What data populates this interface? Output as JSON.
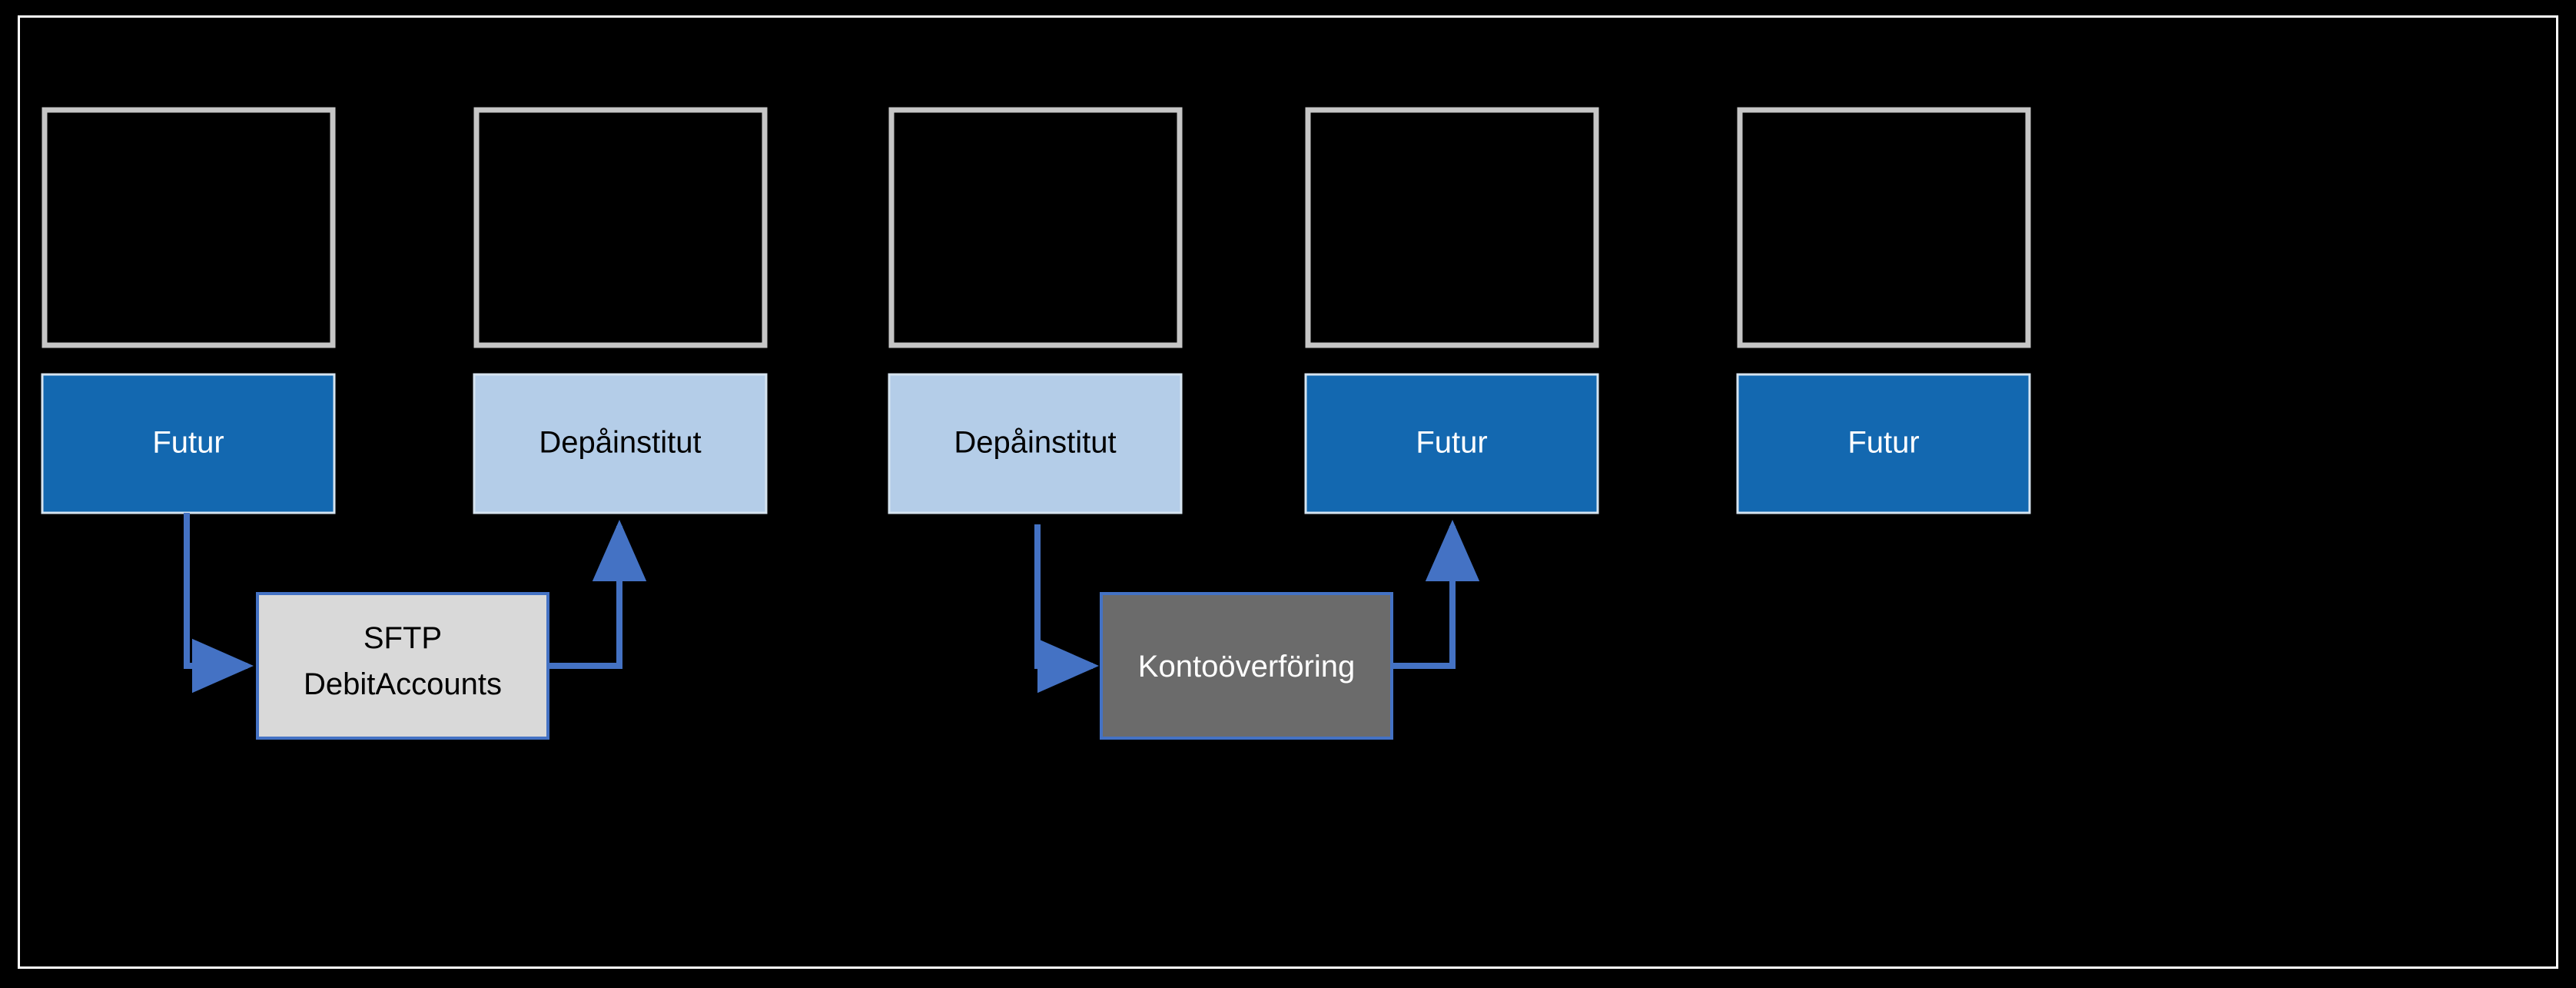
{
  "diagram": {
    "title": "",
    "background_color": "#000000",
    "frame_border_color": "#ffffff",
    "colors": {
      "futur_fill": "#1368b0",
      "depainstitut_fill": "#b4cde8",
      "empty_box_border": "#c6c6c6",
      "empty_box_fill": "#000000",
      "sftp_fill": "#d9d9d9",
      "konto_fill": "#6b6b6b",
      "process_border": "#4472c4",
      "connector_line": "#4472c4",
      "node_border": "#d6e4f0"
    },
    "columns": [
      {
        "index": 0,
        "placeholder_box": {
          "name": "empty-box-1",
          "label": ""
        },
        "actor_box": {
          "name": "actor-futur-1",
          "label": "Futur",
          "style": "futur"
        }
      },
      {
        "index": 1,
        "placeholder_box": {
          "name": "empty-box-2",
          "label": ""
        },
        "actor_box": {
          "name": "actor-depainstitut-1",
          "label": "Depåinstitut",
          "style": "depainstitut"
        }
      },
      {
        "index": 2,
        "placeholder_box": {
          "name": "empty-box-3",
          "label": ""
        },
        "actor_box": {
          "name": "actor-depainstitut-2",
          "label": "Depåinstitut",
          "style": "depainstitut"
        }
      },
      {
        "index": 3,
        "placeholder_box": {
          "name": "empty-box-4",
          "label": ""
        },
        "actor_box": {
          "name": "actor-futur-2",
          "label": "Futur",
          "style": "futur"
        }
      },
      {
        "index": 4,
        "placeholder_box": {
          "name": "empty-box-5",
          "label": ""
        },
        "actor_box": {
          "name": "actor-futur-3",
          "label": "Futur",
          "style": "futur"
        }
      }
    ],
    "processes": [
      {
        "name": "process-sftp-debitaccounts",
        "lines": [
          "SFTP",
          "DebitAccounts"
        ],
        "style": "light",
        "from": "actor-futur-1",
        "to": "actor-depainstitut-1"
      },
      {
        "name": "process-kontooverforing",
        "lines": [
          "Kontoöverföring"
        ],
        "style": "dark",
        "from": "actor-depainstitut-2",
        "to": "actor-futur-2"
      }
    ],
    "connectors": [
      {
        "name": "connector-futur1-to-sftp",
        "direction": "down-right",
        "arrow": "right"
      },
      {
        "name": "connector-sftp-to-depainstitut1",
        "direction": "right-up",
        "arrow": "up"
      },
      {
        "name": "connector-depainstitut2-to-konto",
        "direction": "down-right",
        "arrow": "right"
      },
      {
        "name": "connector-konto-to-futur2",
        "direction": "right-up",
        "arrow": "up"
      }
    ]
  },
  "chart_data": {
    "type": "diagram",
    "title": "",
    "nodes": [
      {
        "id": "empty-1",
        "label": "",
        "row": "top",
        "col": 1,
        "fill": "#000000",
        "border": "#c6c6c6"
      },
      {
        "id": "empty-2",
        "label": "",
        "row": "top",
        "col": 2,
        "fill": "#000000",
        "border": "#c6c6c6"
      },
      {
        "id": "empty-3",
        "label": "",
        "row": "top",
        "col": 3,
        "fill": "#000000",
        "border": "#c6c6c6"
      },
      {
        "id": "empty-4",
        "label": "",
        "row": "top",
        "col": 4,
        "fill": "#000000",
        "border": "#c6c6c6"
      },
      {
        "id": "empty-5",
        "label": "",
        "row": "top",
        "col": 5,
        "fill": "#000000",
        "border": "#c6c6c6"
      },
      {
        "id": "futur-1",
        "label": "Futur",
        "row": "actor",
        "col": 1,
        "fill": "#1368b0"
      },
      {
        "id": "depa-1",
        "label": "Depåinstitut",
        "row": "actor",
        "col": 2,
        "fill": "#b4cde8"
      },
      {
        "id": "depa-2",
        "label": "Depåinstitut",
        "row": "actor",
        "col": 3,
        "fill": "#b4cde8"
      },
      {
        "id": "futur-2",
        "label": "Futur",
        "row": "actor",
        "col": 4,
        "fill": "#1368b0"
      },
      {
        "id": "futur-3",
        "label": "Futur",
        "row": "actor",
        "col": 5,
        "fill": "#1368b0"
      },
      {
        "id": "sftp",
        "label": "SFTP DebitAccounts",
        "row": "process",
        "fill": "#d9d9d9"
      },
      {
        "id": "konto",
        "label": "Kontoöverföring",
        "row": "process",
        "fill": "#6b6b6b"
      }
    ],
    "edges": [
      {
        "from": "futur-1",
        "to": "sftp"
      },
      {
        "from": "sftp",
        "to": "depa-1"
      },
      {
        "from": "depa-2",
        "to": "konto"
      },
      {
        "from": "konto",
        "to": "futur-2"
      }
    ]
  }
}
